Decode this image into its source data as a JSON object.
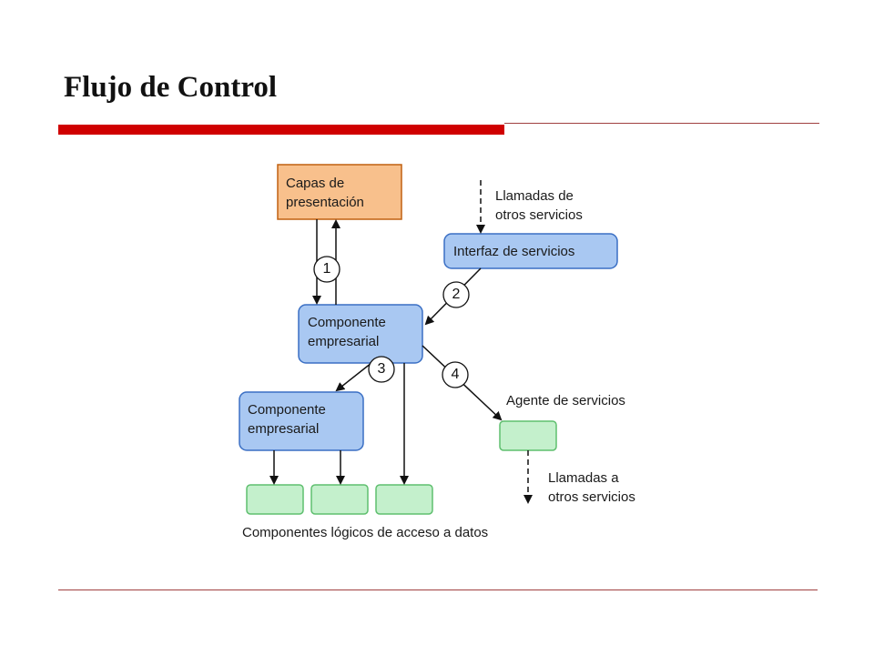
{
  "slide": {
    "title": "Flujo de Control"
  },
  "diagram": {
    "nodes": {
      "presentation": [
        "Capas de",
        "presentación"
      ],
      "service_interface": [
        "Interfaz de servicios"
      ],
      "business_component_main": [
        "Componente",
        "empresarial"
      ],
      "business_component_sub": [
        "Componente",
        "empresarial"
      ],
      "service_agent": [
        "Agente de servicios"
      ],
      "data_access_label": [
        "Componentes lógicos de acceso a datos"
      ]
    },
    "labels": {
      "calls_in": [
        "Llamadas de",
        "otros servicios"
      ],
      "calls_out": [
        "Llamadas a",
        "otros servicios"
      ]
    },
    "steps": [
      "1",
      "2",
      "3",
      "4"
    ],
    "colors": {
      "presentation_fill": "#f8c08c",
      "presentation_border": "#c06010",
      "blue_fill": "#a9c8f2",
      "blue_border": "#3a6fc4",
      "green_fill": "#c4f0cc",
      "green_border": "#5fbf6f",
      "title_bar": "#d00000"
    }
  }
}
